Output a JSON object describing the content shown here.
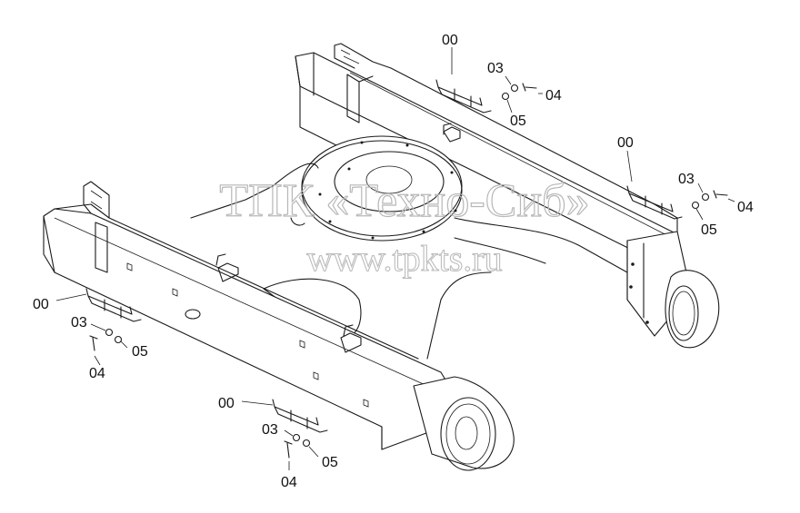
{
  "watermark": {
    "line1": "ТПК «Техно-Сиб»",
    "line2": "www.tpkts.ru"
  },
  "callouts": [
    {
      "id": "group-top",
      "labels": {
        "bracket": "00",
        "washer_a": "03",
        "bolt": "04",
        "washer_b": "05"
      }
    },
    {
      "id": "group-right",
      "labels": {
        "bracket": "00",
        "washer_a": "03",
        "bolt": "04",
        "washer_b": "05"
      }
    },
    {
      "id": "group-left",
      "labels": {
        "bracket": "00",
        "washer_a": "03",
        "bolt": "04",
        "washer_b": "05"
      }
    },
    {
      "id": "group-bottom",
      "labels": {
        "bracket": "00",
        "washer_a": "03",
        "bolt": "04",
        "washer_b": "05"
      }
    }
  ]
}
